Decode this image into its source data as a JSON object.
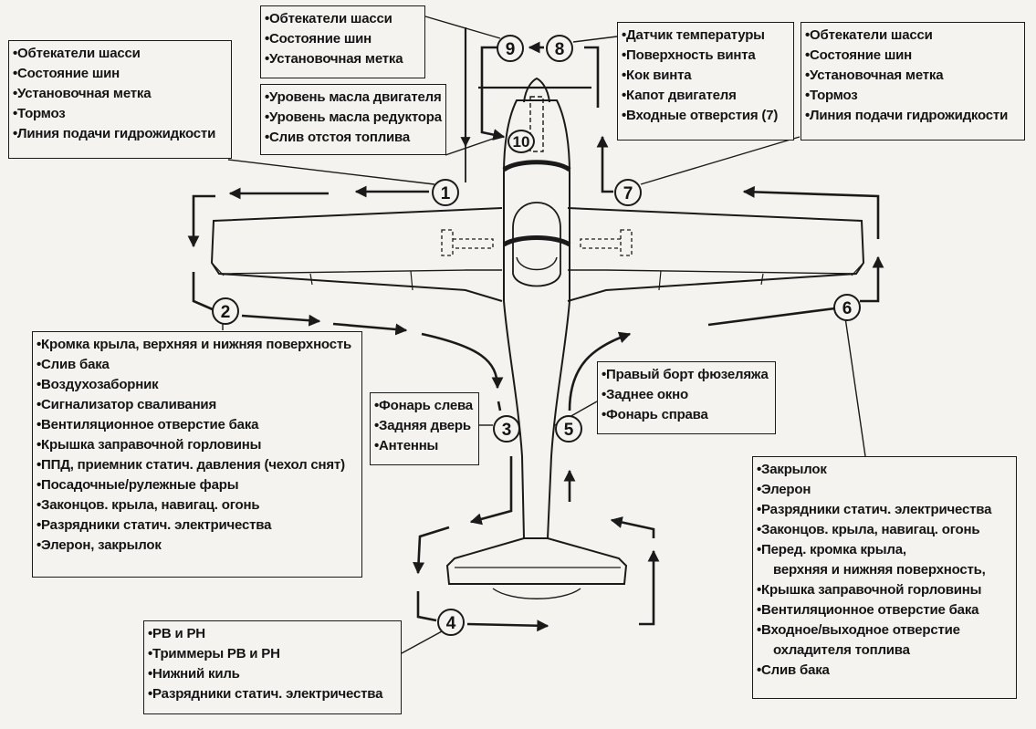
{
  "checkpoints": [
    {
      "id": "cp1",
      "number": "1",
      "items": [
        "•Обтекатели шасси",
        "•Состояние шин",
        "•Установочная метка",
        "•Тормоз",
        "•Линия подачи гидрожидкости"
      ]
    },
    {
      "id": "cp2",
      "number": "2",
      "items": [
        "•Кромка крыла, верхняя и нижняя поверхность",
        "•Слив бака",
        "•Воздухозаборник",
        "•Сигнализатор сваливания",
        "•Вентиляционное отверстие бака",
        "•Крышка заправочной горловины",
        "•ППД, приемник статич. давления (чехол снят)",
        "•Посадочные/рулежные фары",
        "•Законцов. крыла, навигац. огонь",
        "•Разрядники статич. электричества",
        "•Элерон, закрылок"
      ]
    },
    {
      "id": "cp3",
      "number": "3",
      "items": [
        "•Фонарь слева",
        "•Задняя дверь",
        "•Антенны"
      ]
    },
    {
      "id": "cp4",
      "number": "4",
      "items": [
        "•РВ и РН",
        "•Триммеры РВ и РН",
        "•Нижний киль",
        "•Разрядники статич. электричества"
      ]
    },
    {
      "id": "cp5",
      "number": "5",
      "items": [
        "•Правый борт фюзеляжа",
        "•Заднее окно",
        "•Фонарь справа"
      ]
    },
    {
      "id": "cp6",
      "number": "6",
      "items": [
        "•Закрылок",
        "•Элерон",
        "•Разрядники статич. электричества",
        "•Законцов. крыла, навигац. огонь",
        "•Перед. кромка крыла,",
        "верхняя и нижняя поверхность,",
        "•Крышка заправочной горловины",
        "•Вентиляционное отверстие бака",
        "•Входное/выходное отверстие",
        "охладителя топлива",
        "•Слив бака"
      ]
    },
    {
      "id": "cp7",
      "number": "7",
      "items": [
        "•Обтекатели шасси",
        "•Состояние шин",
        "•Установочная метка",
        "•Тормоз",
        "•Линия подачи гидрожидкости"
      ]
    },
    {
      "id": "cp8",
      "number": "8",
      "items": [
        "•Датчик температуры",
        "•Поверхность винта",
        "•Кок винта",
        "•Капот двигателя",
        "•Входные отверстия (7)"
      ]
    },
    {
      "id": "cp9",
      "number": "9",
      "items": [
        "•Обтекатели шасси",
        "•Состояние шин",
        "•Установочная метка"
      ]
    },
    {
      "id": "cp10",
      "number": "10",
      "items": [
        "•Уровень масла двигателя",
        "•Уровень масла редуктора",
        "•Слив отстоя топлива"
      ]
    }
  ]
}
